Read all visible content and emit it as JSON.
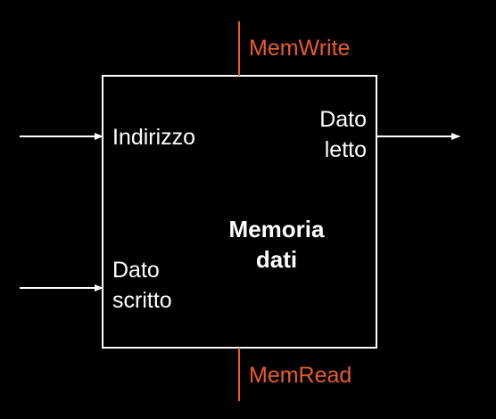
{
  "colors": {
    "background": "#000000",
    "foreground": "#ffffff",
    "control": "#ea5b2e"
  },
  "block": {
    "title_line1": "Memoria",
    "title_line2": "dati"
  },
  "inputs": {
    "address": "Indirizzo",
    "write_data_line1": "Dato",
    "write_data_line2": "scritto"
  },
  "outputs": {
    "read_data_line1": "Dato",
    "read_data_line2": "letto"
  },
  "control_signals": {
    "mem_write": "MemWrite",
    "mem_read": "MemRead"
  }
}
